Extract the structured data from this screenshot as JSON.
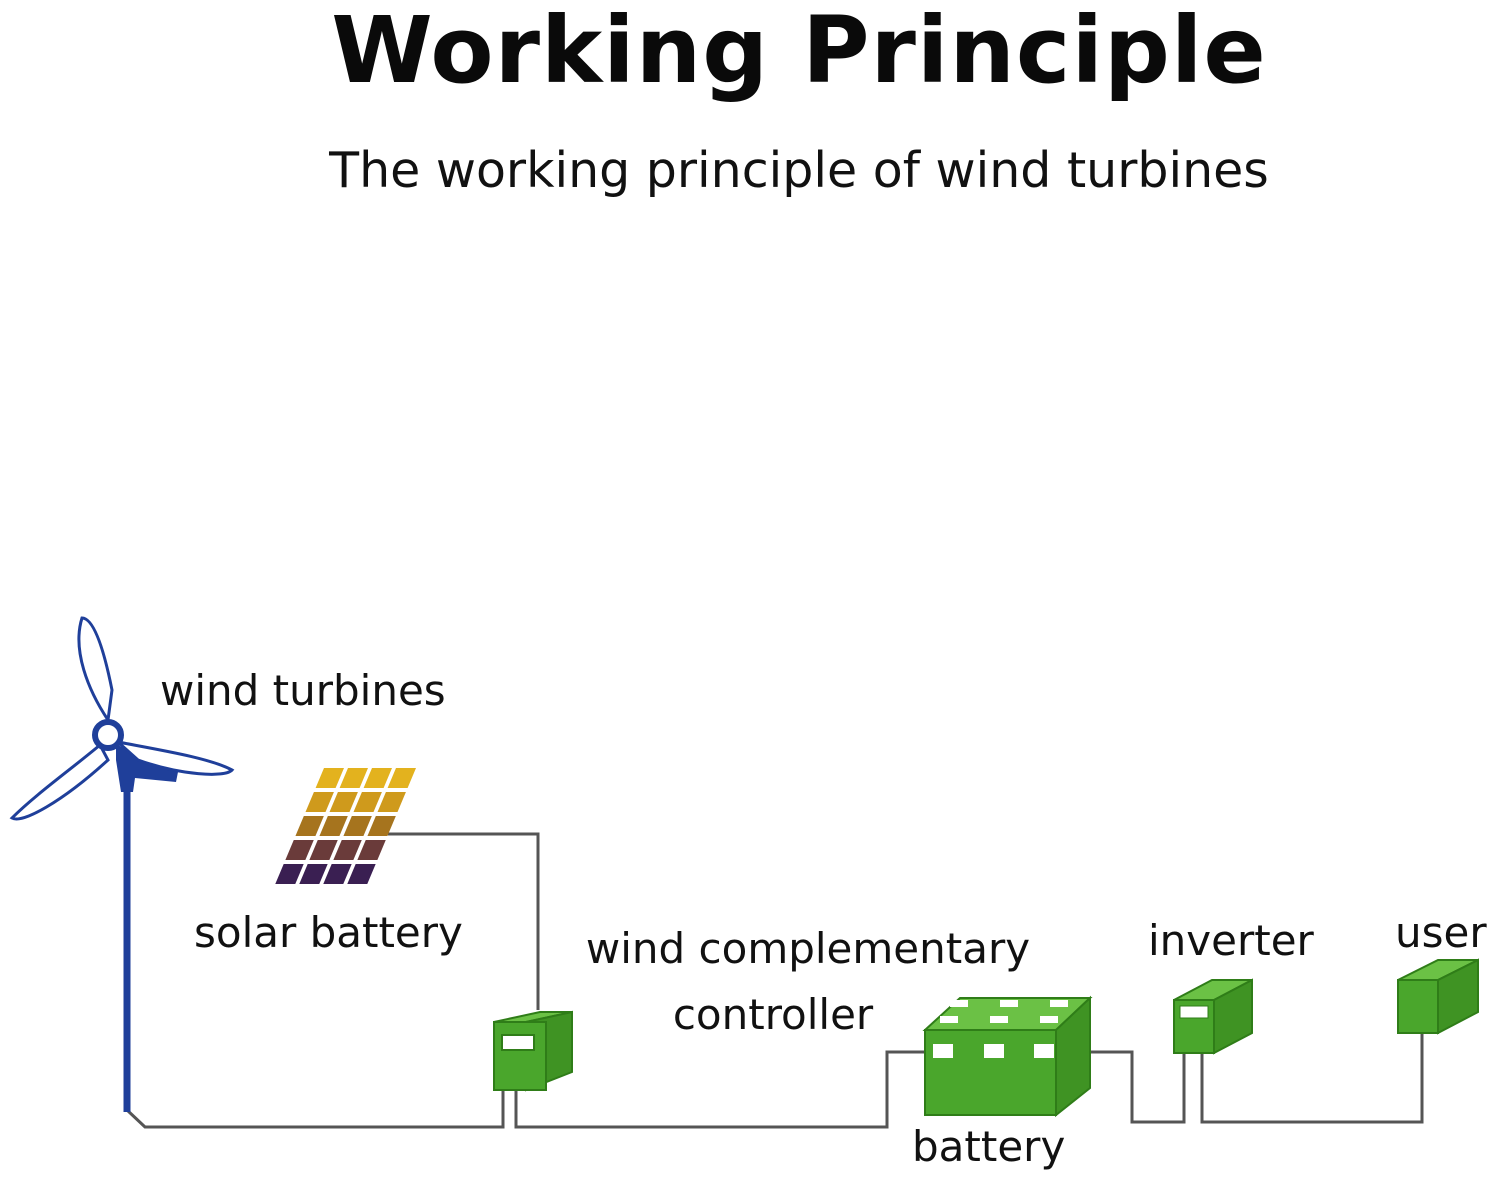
{
  "title": "Working Principle",
  "subtitle": "The working principle of wind turbines",
  "labels": {
    "wind_turbines": "wind turbines",
    "solar_battery": "solar battery",
    "controller_line1": "wind complementary",
    "controller_line2": "controller",
    "inverter": "inverter",
    "user": "user",
    "battery": "battery"
  },
  "colors": {
    "box_green": "#4aa62c",
    "box_dark": "#2f7d18",
    "turbine_blue": "#1f3f9a",
    "wire_gray": "#555555"
  }
}
